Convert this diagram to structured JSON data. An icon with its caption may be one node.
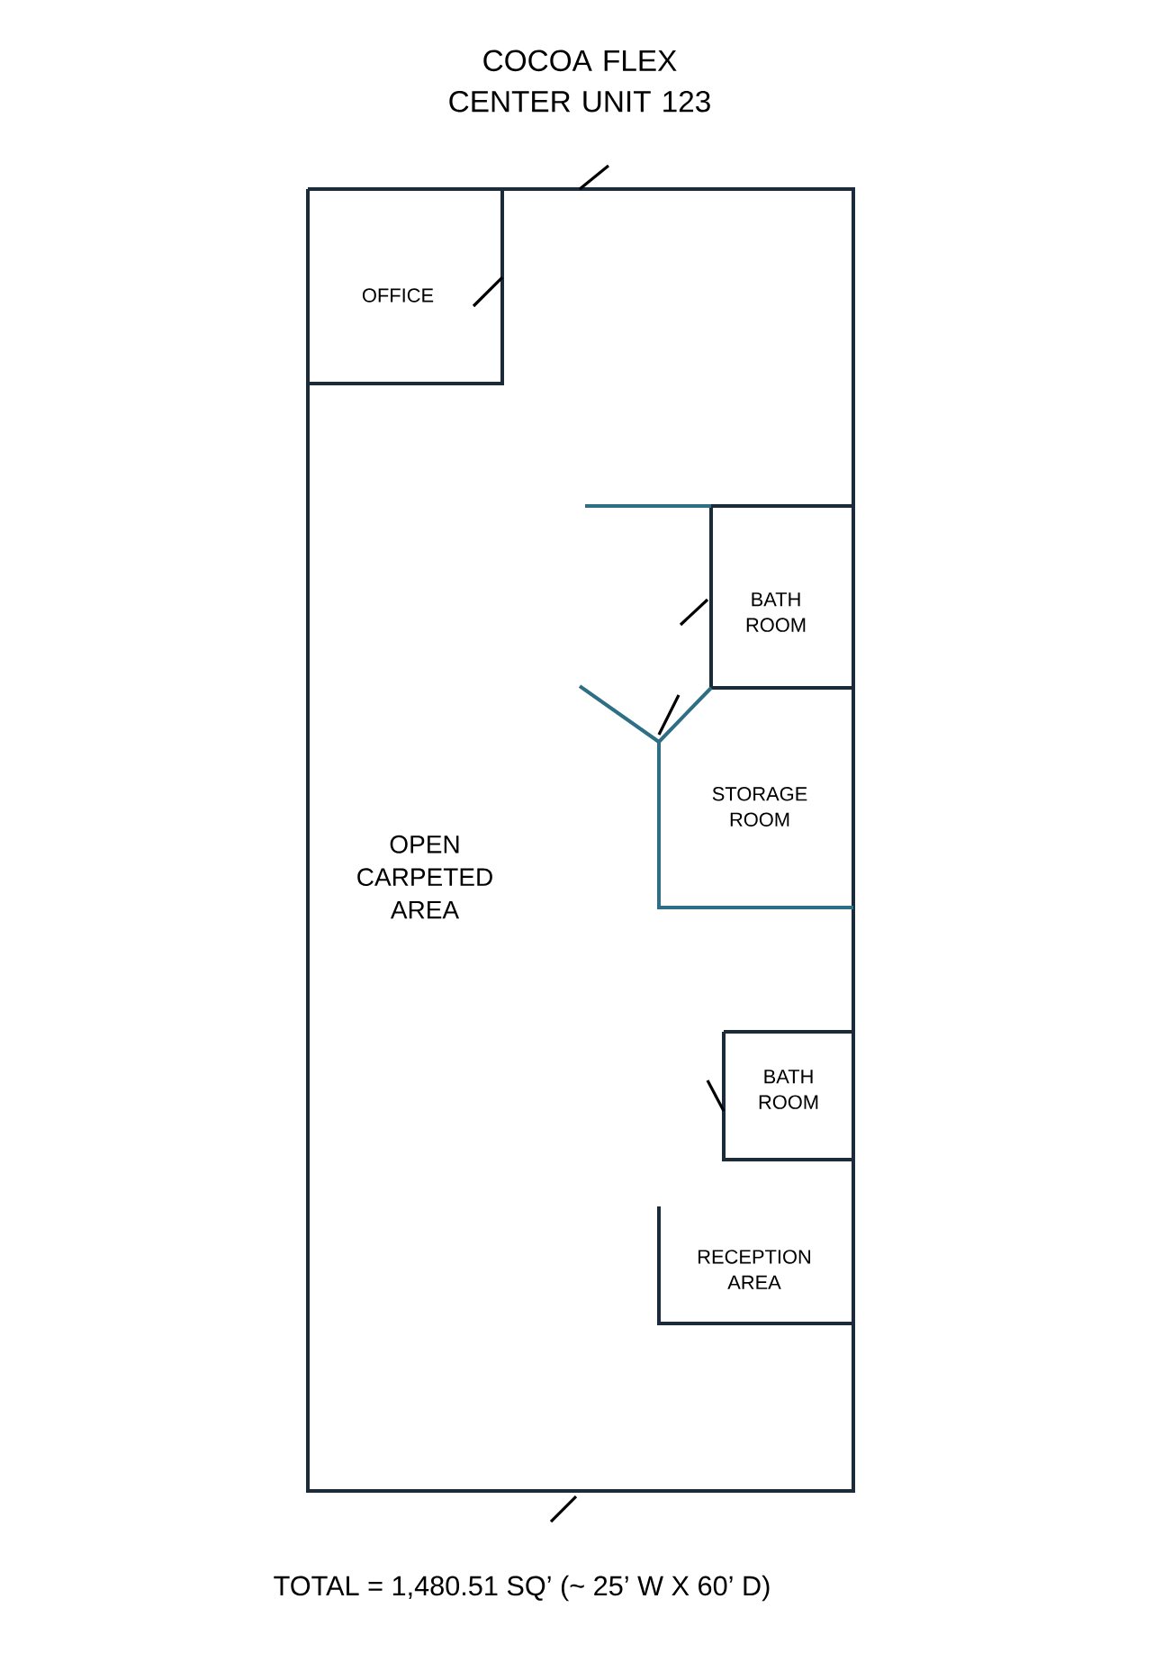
{
  "diagram": {
    "title": "COCOA FLEX CENTER UNIT 123",
    "caption": "TOTAL = 1,480.51 SQ’ (~ 25’ W X 60’ D)",
    "nodes": [
      {
        "text": [
          "OPEN CARPETED AREA"
        ]
      },
      {
        "text": [
          "OFFICE"
        ],
        "in": 0
      },
      {
        "text": [
          "BATH ROOM"
        ],
        "in": 0
      },
      {
        "text": [
          "STORAGE ROOM"
        ],
        "in": 0
      },
      {
        "text": [
          "BATH ROOM"
        ],
        "in": 0
      },
      {
        "text": [
          "RECEPTION AREA"
        ],
        "in": 0
      }
    ]
  }
}
